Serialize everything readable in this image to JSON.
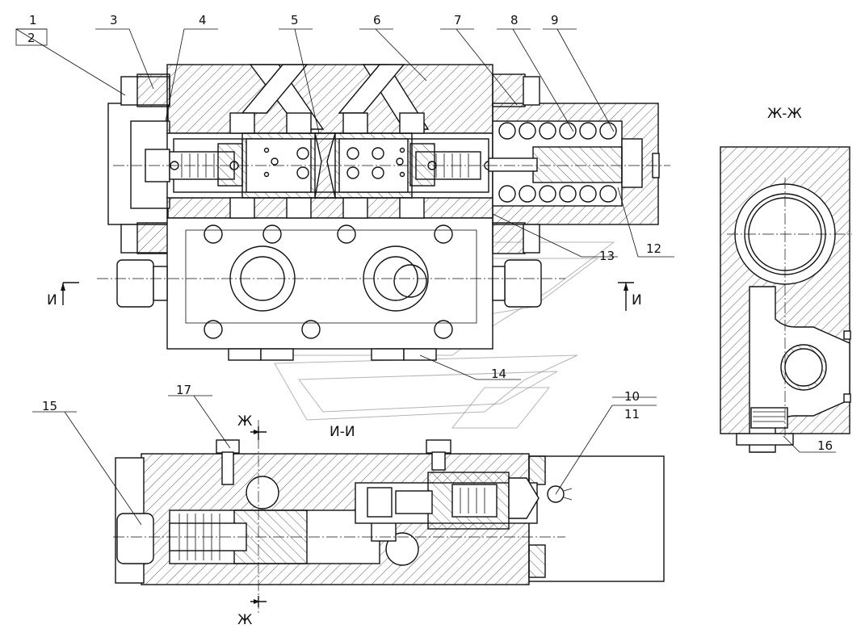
{
  "callouts": [
    {
      "id": "c1",
      "text": "1"
    },
    {
      "id": "c2",
      "text": "2"
    },
    {
      "id": "c3",
      "text": "3"
    },
    {
      "id": "c4",
      "text": "4"
    },
    {
      "id": "c5",
      "text": "5"
    },
    {
      "id": "c6",
      "text": "6"
    },
    {
      "id": "c7",
      "text": "7"
    },
    {
      "id": "c8",
      "text": "8"
    },
    {
      "id": "c9",
      "text": "9"
    },
    {
      "id": "c10",
      "text": "10"
    },
    {
      "id": "c11",
      "text": "11"
    },
    {
      "id": "c12",
      "text": "12"
    },
    {
      "id": "c13",
      "text": "13"
    },
    {
      "id": "c14",
      "text": "14"
    },
    {
      "id": "c15",
      "text": "15"
    },
    {
      "id": "c16",
      "text": "16"
    },
    {
      "id": "c17",
      "text": "17"
    }
  ],
  "sections": {
    "zh_title": "Ж-Ж",
    "i_title": "И-И",
    "i_marker": "И",
    "zh_marker": "Ж"
  }
}
